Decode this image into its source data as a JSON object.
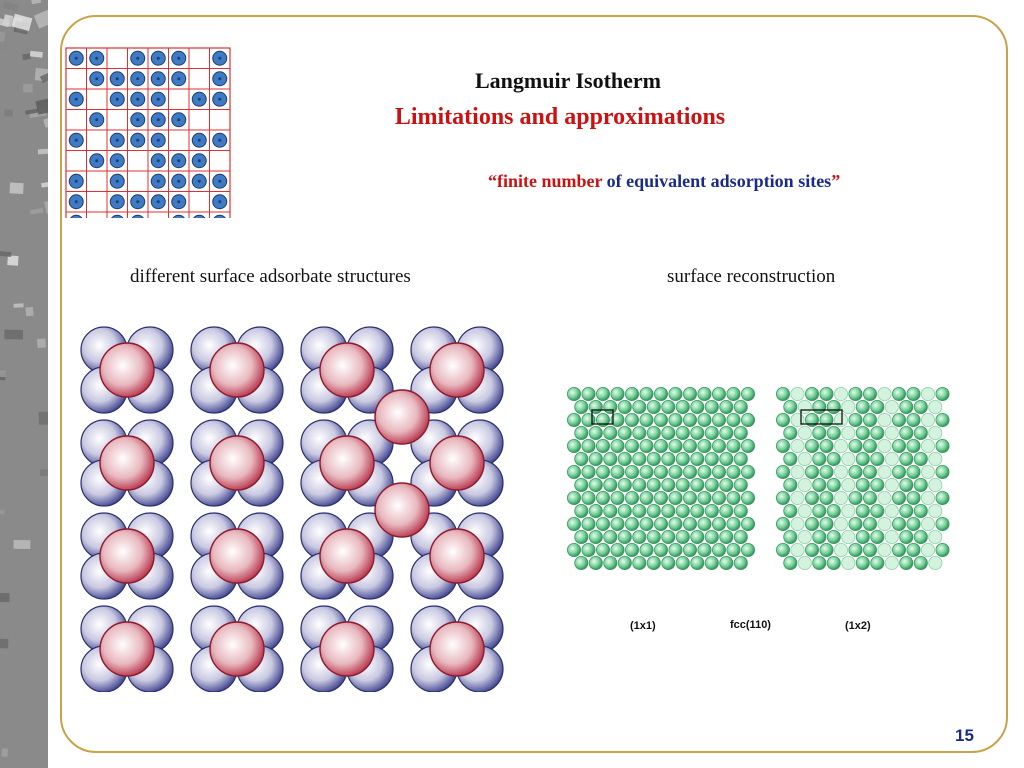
{
  "slide": {
    "title": "Langmuir Isotherm",
    "subtitle": "Limitations and approximations",
    "quote": {
      "open": "“",
      "highlight": "finite number",
      "rest": " of equivalent adsorption sites",
      "close": "”"
    },
    "caption_left": "different surface adsorbate structures",
    "caption_right": "surface reconstruction",
    "label_1x1": "(1x1)",
    "label_fcc": "fcc(110)",
    "label_1x2": "(1x2)",
    "page_number": "15"
  },
  "colors": {
    "frame": "#c9a24a",
    "title_red": "#cc1111",
    "quote_blue": "#1a2a8c",
    "grid_red": "#e03030",
    "site_blue": "#3f7bc4",
    "adsorbate_red": "#b0203a",
    "substrate_blue": "#3a3f8a",
    "surface_green": "#6fcf94"
  },
  "site_grid": [
    "11011101",
    "01111101",
    "10111011",
    "01011100",
    "10111011",
    "01101110",
    "10101111",
    "10111101",
    "10110111"
  ],
  "icons": {
    "left_strip": "textured-photo-strip"
  }
}
